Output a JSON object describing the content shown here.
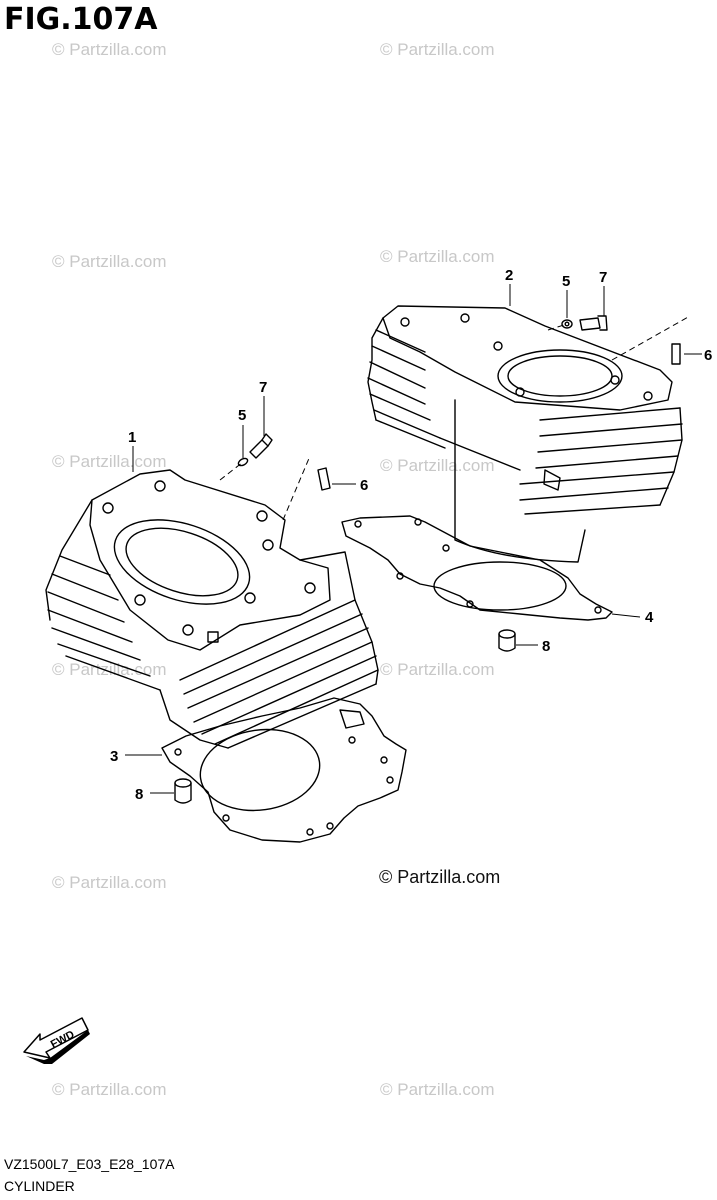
{
  "figure": {
    "title": "FIG.107A"
  },
  "watermark": {
    "text": "© Partzilla.com"
  },
  "copyright": "© Partzilla.com",
  "diagram_code": "VZ1500L7_E03_E28_107A",
  "caption": "CYLINDER",
  "fwd_label": "FWD",
  "callouts": [
    "1",
    "2",
    "3",
    "4",
    "5",
    "5",
    "6",
    "6",
    "7",
    "7",
    "8",
    "8"
  ]
}
